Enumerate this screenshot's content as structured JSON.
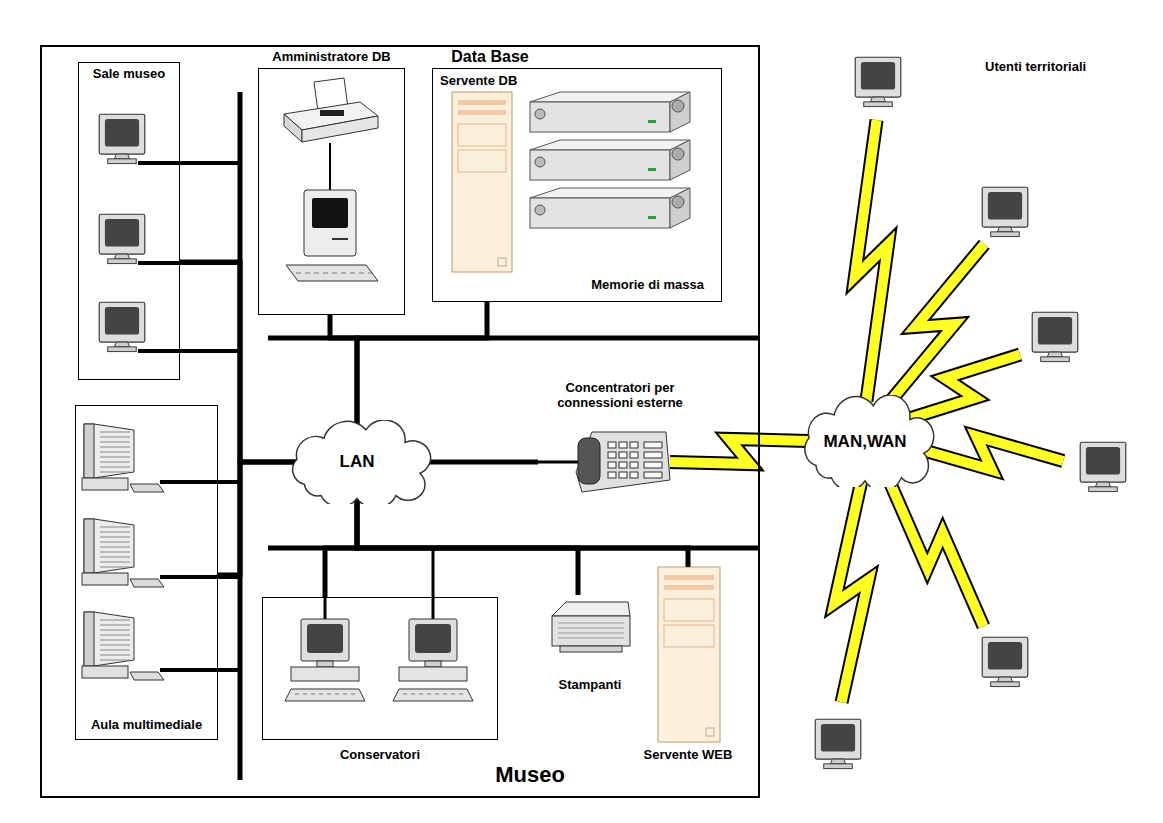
{
  "diagram": {
    "nodes": [
      {
        "text": [
          "Museo"
        ]
      },
      {
        "text": [
          "Sale museo"
        ],
        "in": 0
      },
      {
        "text": [
          "Amministratore DB"
        ],
        "in": 0
      },
      {
        "text": [
          "Data Base",
          "Servente DB",
          "Memorie di massa"
        ],
        "in": 0
      },
      {
        "text": [
          "LAN"
        ],
        "in": 0
      },
      {
        "text": [
          "Concentratori per connessioni esterne"
        ],
        "in": 0
      },
      {
        "text": [
          "Aula multimediale"
        ],
        "in": 0
      },
      {
        "text": [
          "Conservatori"
        ],
        "in": 0
      },
      {
        "text": [
          "Stampanti"
        ],
        "in": 0
      },
      {
        "text": [
          "Servente WEB"
        ],
        "in": 0
      },
      {
        "text": [
          "MAN,WAN"
        ]
      }
    ],
    "edges": [
      {
        "from": 1,
        "to": 4,
        "arrow": "none"
      },
      {
        "from": 6,
        "to": 4,
        "arrow": "none"
      },
      {
        "from": 2,
        "to": 4,
        "arrow": "none"
      },
      {
        "from": 3,
        "to": 4,
        "arrow": "none"
      },
      {
        "from": 4,
        "to": 5,
        "arrow": "none"
      },
      {
        "from": 5,
        "to": 10,
        "arrow": "none"
      },
      {
        "from": 7,
        "to": 4,
        "arrow": "none"
      },
      {
        "from": 8,
        "to": 4,
        "arrow": "none"
      },
      {
        "from": 9,
        "to": 4,
        "arrow": "none"
      }
    ],
    "labels": [
      "Utenti territoriali"
    ]
  }
}
